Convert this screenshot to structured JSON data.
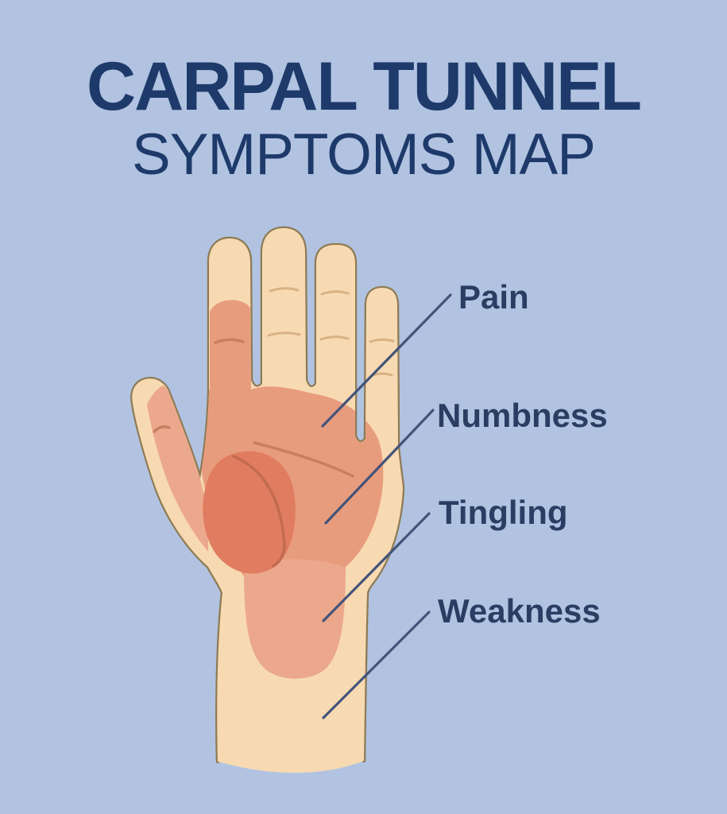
{
  "title": {
    "line1": "CARPAL TUNNEL",
    "line2": "SYMPTOMS MAP"
  },
  "labels": [
    {
      "text": "Pain"
    },
    {
      "text": "Numbness"
    },
    {
      "text": "Tingling"
    },
    {
      "text": "Weakness"
    }
  ],
  "colors": {
    "background": "#B1C3E1",
    "title_text": "#1D3A6A",
    "label_text": "#2A3E63",
    "leader_line": "#44537A",
    "skin": "#F7DAB2",
    "hand_outline": "#8E7B55",
    "symptom_area_palm": "#E89C7E",
    "symptom_area_wrist": "#ECA88C",
    "symptom_area_thenar": "#E07C5F",
    "crease_skin": "#D9B184",
    "crease_pink": "#C87F60",
    "crease_thenar": "#C26B50"
  }
}
